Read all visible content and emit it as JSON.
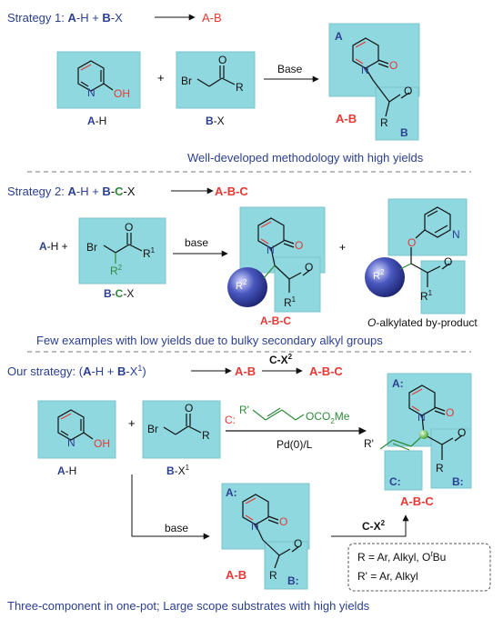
{
  "colors": {
    "navy": "#2b3f8f",
    "red": "#e53935",
    "green": "#2e8b3a",
    "cyan_box": "#8fd8e0",
    "bond": "#111111",
    "sphere": "#3848a8",
    "node": "#7ed957"
  },
  "strategy1": {
    "title": {
      "label": "Strategy 1: ",
      "a": "A",
      "ah": "-H + ",
      "b": "B",
      "bx": "-X",
      "result": "A-B"
    },
    "reagent": "Base",
    "plus": "+",
    "atoms": {
      "N": "N",
      "OH": "OH",
      "O": "O",
      "Br": "Br",
      "R": "R"
    },
    "labels": {
      "ah_a": "A",
      "ah_h": "-H",
      "bx_b": "B",
      "bx_x": "-X",
      "product": "A-B",
      "box_a": "A",
      "box_b": "B"
    },
    "caption": "Well-developed methodology with high yields"
  },
  "strategy2": {
    "title": {
      "label": "Strategy 2: ",
      "a": "A",
      "ah": "-H + ",
      "b": "B",
      "dash1": "-",
      "c": "C",
      "x": "-X",
      "result": "A-B-C"
    },
    "lhs": {
      "a": "A",
      "h": "-H +"
    },
    "reagent": "base",
    "plus": "+",
    "atoms": {
      "Br": "Br",
      "O": "O",
      "R1": "R",
      "R1sup": "1",
      "R2": "R",
      "R2sup": "2",
      "N": "N"
    },
    "labels": {
      "bcx_b": "B",
      "bcx_d": "-",
      "bcx_c": "C",
      "bcx_x": "-X",
      "product": "A-B-C",
      "byproduct_o": "O",
      "byproduct_rest": "-alkylated by-product"
    },
    "caption": "Few examples with low yields due to bulky secondary alkyl groups"
  },
  "our": {
    "title": {
      "label": "Our strategy: (",
      "a": "A",
      "ah": "-H + ",
      "b": "B",
      "x": "-X",
      "xsup": "1",
      "close": ")",
      "mid": "A-B",
      "reagent": "C-X",
      "reagent_sup": "2",
      "result": "A-B-C"
    },
    "plus": "+",
    "reagent_c": "C:",
    "reagent_r": "R'",
    "reagent_oc": "OCO",
    "reagent_oc_sub": "2",
    "reagent_me": "Me",
    "catalyst": "Pd(0)/L",
    "base": "base",
    "cx2": "C-X",
    "cx2_sup": "2",
    "atoms": {
      "N": "N",
      "OH": "OH",
      "O": "O",
      "Br": "Br",
      "R": "R",
      "Rp": "R'"
    },
    "labels": {
      "ah_a": "A",
      "ah_h": "-H",
      "bx_b": "B",
      "bx_x": "-X",
      "bx_sup": "1",
      "box_a": "A:",
      "box_b": "B:",
      "box_c": "C:",
      "product": "A-B-C",
      "mid_product": "A-B"
    },
    "legend": {
      "l1_pre": "R = Ar, Alkyl, O",
      "l1_sup": "t",
      "l1_post": "Bu",
      "l2": "R' = Ar, Alkyl"
    },
    "caption": "Three-component in one-pot; Large scope substrates with high yields"
  }
}
